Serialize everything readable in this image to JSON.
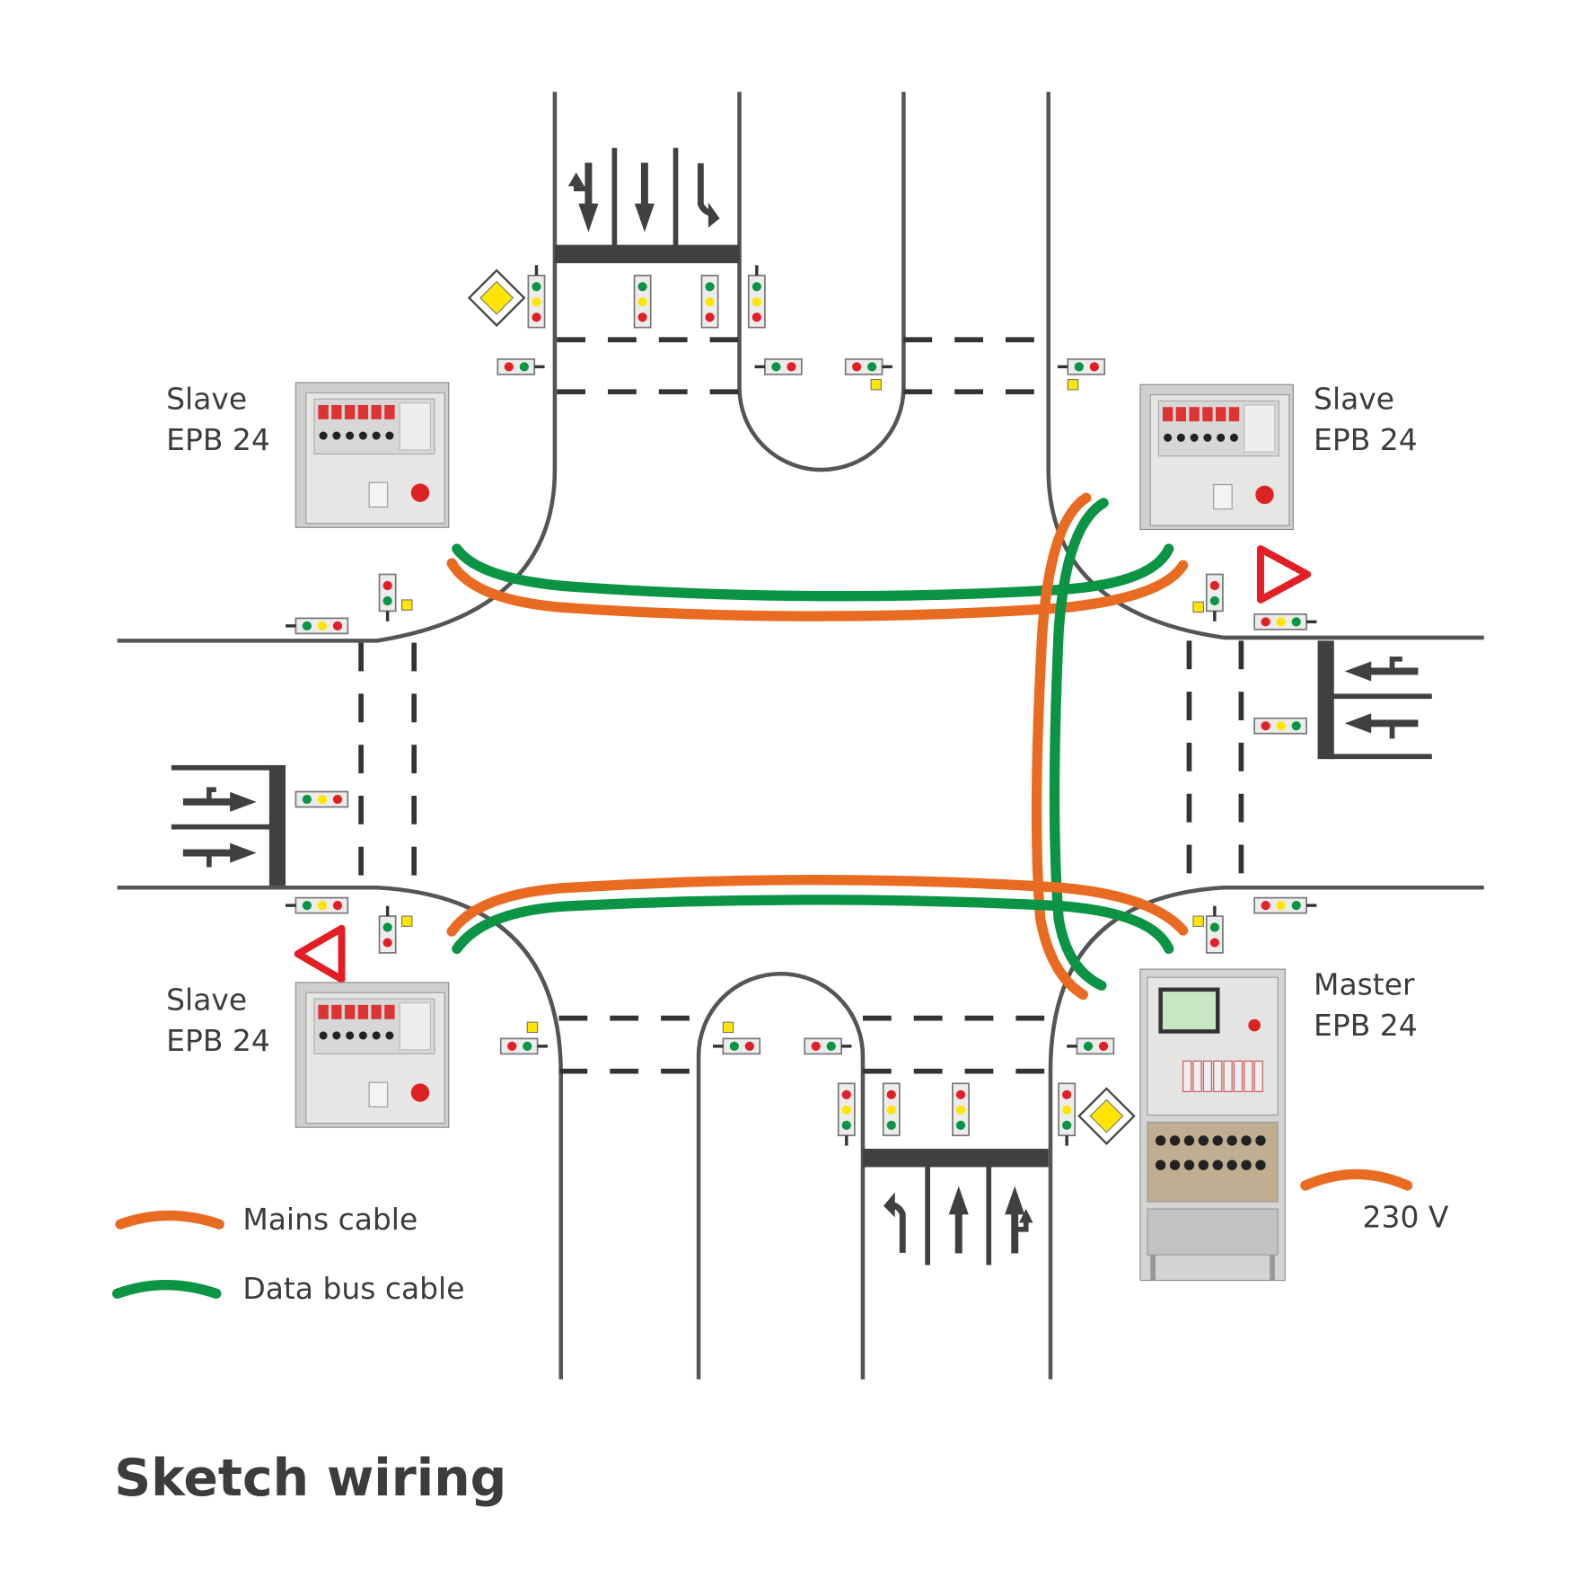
{
  "title": "Sketch wiring",
  "cabinets": [
    {
      "id": "nw",
      "role": "Slave",
      "model": "EPB 24"
    },
    {
      "id": "ne",
      "role": "Slave",
      "model": "EPB 24"
    },
    {
      "id": "sw",
      "role": "Slave",
      "model": "EPB 24"
    },
    {
      "id": "se",
      "role": "Master",
      "model": "EPB 24"
    }
  ],
  "legend": {
    "mains": {
      "label": "Mains cable",
      "color": "#e96b22"
    },
    "bus": {
      "label": "Data bus cable",
      "color": "#0b9444"
    }
  },
  "supply": {
    "label": "230 V"
  },
  "colors": {
    "red": "#e31e24",
    "yellow": "#ffe500",
    "green": "#0b9444",
    "road": "#404040"
  },
  "signs": [
    {
      "type": "priority-road",
      "location": "north-west"
    },
    {
      "type": "priority-road",
      "location": "south-east"
    },
    {
      "type": "yield",
      "location": "north-east"
    },
    {
      "type": "yield",
      "location": "south-west"
    }
  ]
}
